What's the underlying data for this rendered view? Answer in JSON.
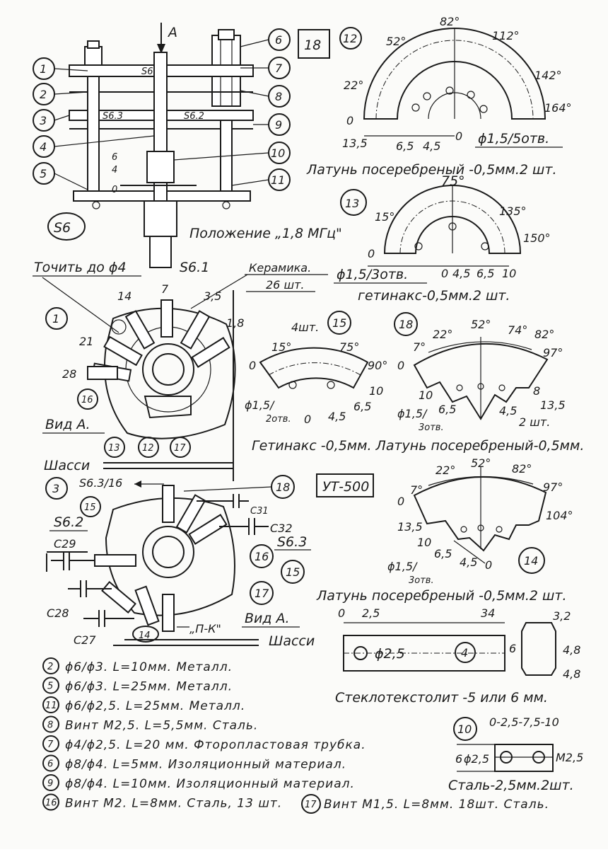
{
  "header": {
    "sheet_number": "18",
    "view_arrow": "A",
    "assembly_label": "S6"
  },
  "callouts": [
    "1",
    "2",
    "3",
    "4",
    "5",
    "6",
    "7",
    "8",
    "9",
    "10",
    "11"
  ],
  "assembly": {
    "wafer1": "S6.1",
    "wafer3": "S6.3",
    "wafer2": "S6.2",
    "shaft_marks": [
      "6",
      "4",
      "0"
    ],
    "position_note": "Положение „1,8 МГц\""
  },
  "view1": {
    "num": "1",
    "turn_note": "Точить до ϕ4",
    "wafer": "S6.1",
    "ceramic": "Керамика.",
    "qty": "26 шт.",
    "pins": [
      "7",
      "14",
      "3,5",
      "1,8",
      "21",
      "28"
    ],
    "markers": [
      "16",
      "13",
      "12",
      "17"
    ],
    "view": "Вид А."
  },
  "chassis_labels": [
    "Шасси",
    "Шасси"
  ],
  "view3": {
    "num": "3",
    "ref_s63_16": "S6.3/16",
    "label_s62": "S6.2",
    "label_s63": "S6.3",
    "marker18": "18",
    "caps": [
      "C31",
      "C32",
      "C29",
      "C28",
      "C27"
    ],
    "markers": [
      "15",
      "16",
      "15",
      "17",
      "14"
    ],
    "pk": "„П-К\"",
    "view": "Вид А."
  },
  "ut500": "УТ-500",
  "part12": {
    "num": "12",
    "angles": [
      "0",
      "22°",
      "52°",
      "82°",
      "112°",
      "142°",
      "164°"
    ],
    "dims": [
      "13,5",
      "6,5",
      "4,5",
      "0"
    ],
    "hole": "ϕ1,5/5отв.",
    "material": "Латунь посеребреный -0,5мм.2 шт."
  },
  "part13": {
    "num": "13",
    "angles": [
      "0",
      "15°",
      "75°",
      "135°",
      "150°"
    ],
    "dims": [
      "0",
      "4,5",
      "6,5",
      "10"
    ],
    "hole": "ϕ1,5/3отв.",
    "material": "гетинакс-0,5мм.2 шт."
  },
  "part15": {
    "num": "15",
    "qty": "4шт.",
    "angles": [
      "0",
      "15°",
      "75°",
      "90°"
    ],
    "dims": [
      "10",
      "6,5",
      "4,5",
      "0"
    ],
    "hole_top": "ϕ1,5/",
    "hole_bottom": "2отв."
  },
  "part18": {
    "num": "18",
    "angles": [
      "0",
      "7°",
      "22°",
      "52°",
      "74°",
      "82°",
      "97°"
    ],
    "dims": [
      "10",
      "6,5",
      "8",
      "13,5",
      "4,5"
    ],
    "hole_top": "ϕ1,5/",
    "hole_bottom": "3отв.",
    "qty": "2 шт."
  },
  "material_note_15_18": "Гетинакс -0,5мм. Латунь посеребреный-0,5мм.",
  "part14": {
    "num": "14",
    "angles": [
      "0",
      "7°",
      "22°",
      "52°",
      "82°",
      "97°",
      "104°"
    ],
    "dims": [
      "13,5",
      "10",
      "6,5",
      "4,5",
      "0"
    ],
    "hole_top": "ϕ1,5/",
    "hole_bottom": "3отв.",
    "material": "Латунь посеребреный -0,5мм.2 шт."
  },
  "part4": {
    "num": "4",
    "dims": [
      "0",
      "2,5",
      "34"
    ],
    "hole": "ϕ2,5",
    "side": [
      "3,2",
      "6",
      "4,8",
      "4,8"
    ],
    "material": "Стеклотекстолит -5 или 6 мм."
  },
  "part10": {
    "num": "10",
    "dims": "0-2,5-7,5-10",
    "height": "6",
    "hole": "ϕ2,5",
    "thread": "M2,5",
    "material": "Сталь-2,5мм.2шт."
  },
  "spec_list": [
    {
      "num": "2",
      "text": "ϕ6/ϕ3. L=10мм. Металл."
    },
    {
      "num": "5",
      "text": "ϕ6/ϕ3. L=25мм. Металл."
    },
    {
      "num": "11",
      "text": "ϕ6/ϕ2,5. L=25мм. Металл."
    },
    {
      "num": "8",
      "text": "Винт M2,5. L=5,5мм. Сталь."
    },
    {
      "num": "7",
      "text": "ϕ4/ϕ2,5. L=20 мм. Фторопластовая трубка."
    },
    {
      "num": "6",
      "text": "ϕ8/ϕ4. L=5мм. Изоляционный материал."
    },
    {
      "num": "9",
      "text": "ϕ8/ϕ4. L=10мм. Изоляционный материал."
    },
    {
      "num": "16",
      "text": "Винт M2. L=8мм. Сталь, 13 шт."
    }
  ],
  "spec17": {
    "num": "17",
    "text": "Винт M1,5. L=8мм. 18шт. Сталь."
  }
}
